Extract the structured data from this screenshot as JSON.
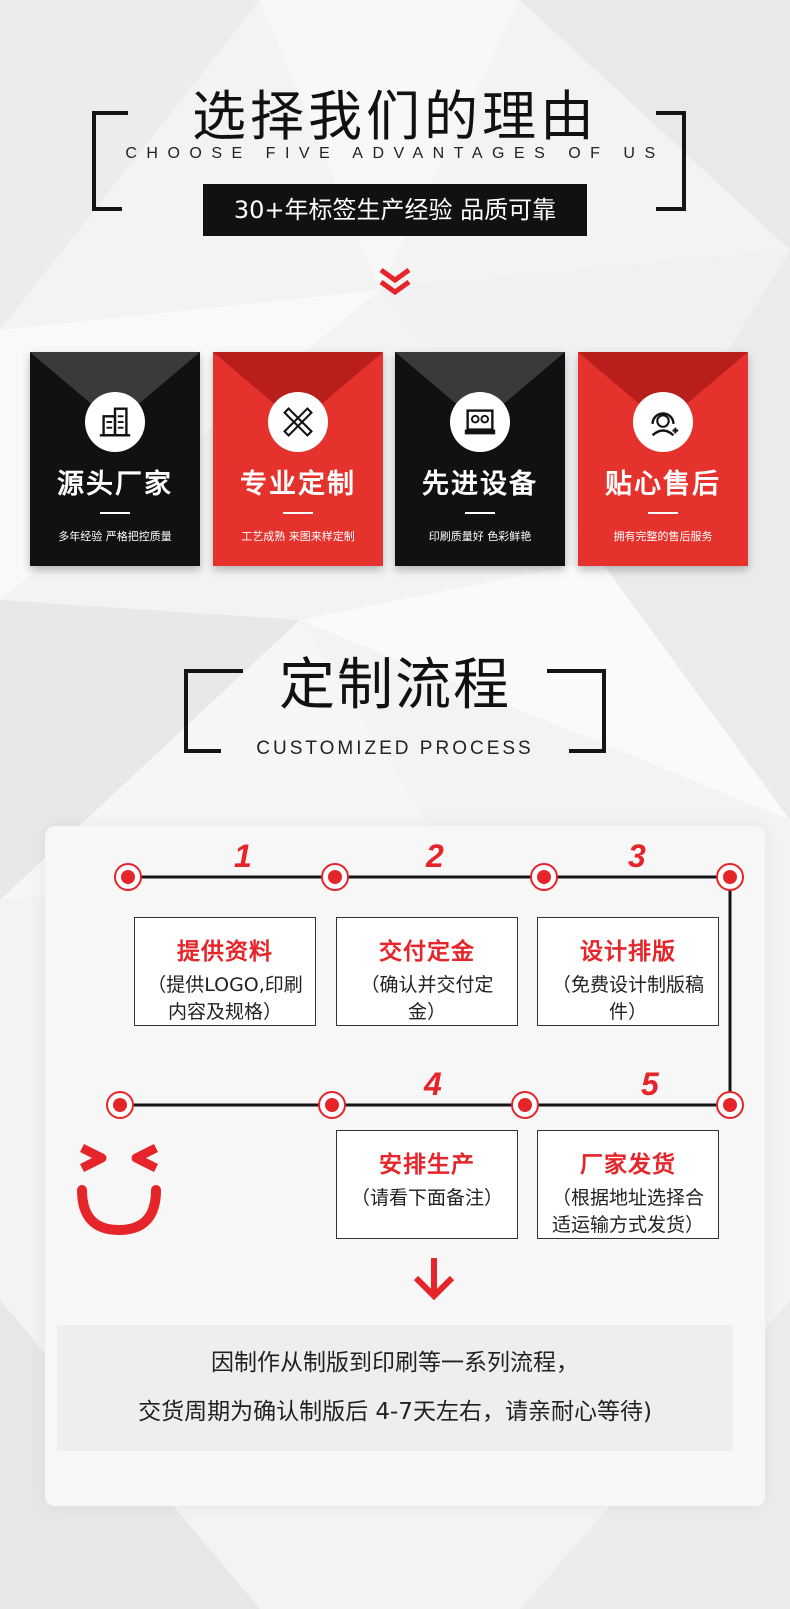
{
  "advantages": {
    "title": "选择我们的理由",
    "subtitle": "CHOOSE FIVE ADVANTAGES OF US",
    "badge": "30+年标签生产经验 品质可靠",
    "cards": [
      {
        "title": "源头厂家",
        "subtitle": "多年经验 严格把控质量",
        "icon": "building-icon",
        "theme": "#111111"
      },
      {
        "title": "专业定制",
        "subtitle": "工艺成熟 来图来样定制",
        "icon": "pencil-ruler-icon",
        "theme": "#e5322d"
      },
      {
        "title": "先进设备",
        "subtitle": "印刷质量好 色彩鲜艳",
        "icon": "printer-machine-icon",
        "theme": "#111111"
      },
      {
        "title": "贴心售后",
        "subtitle": "拥有完整的售后服务",
        "icon": "customer-service-icon",
        "theme": "#e5322d"
      }
    ]
  },
  "process": {
    "title": "定制流程",
    "subtitle": "CUSTOMIZED PROCESS",
    "steps": [
      {
        "num": "1",
        "title": "提供资料",
        "desc": "（提供LOGO,印刷内容及规格）"
      },
      {
        "num": "2",
        "title": "交付定金",
        "desc": "（确认并交付定金）"
      },
      {
        "num": "3",
        "title": "设计排版",
        "desc": "（免费设计制版稿件）"
      },
      {
        "num": "4",
        "title": "安排生产",
        "desc": "（请看下面备注）"
      },
      {
        "num": "5",
        "title": "厂家发货",
        "desc": "（根据地址选择合适运输方式发货）"
      }
    ],
    "note_line1": "因制作从制版到印刷等一系列流程，",
    "note_line2": "交货周期为确认制版后 4-7天左右，请亲耐心等待)"
  },
  "colors": {
    "accent": "#e5252a",
    "dark": "#111111"
  }
}
